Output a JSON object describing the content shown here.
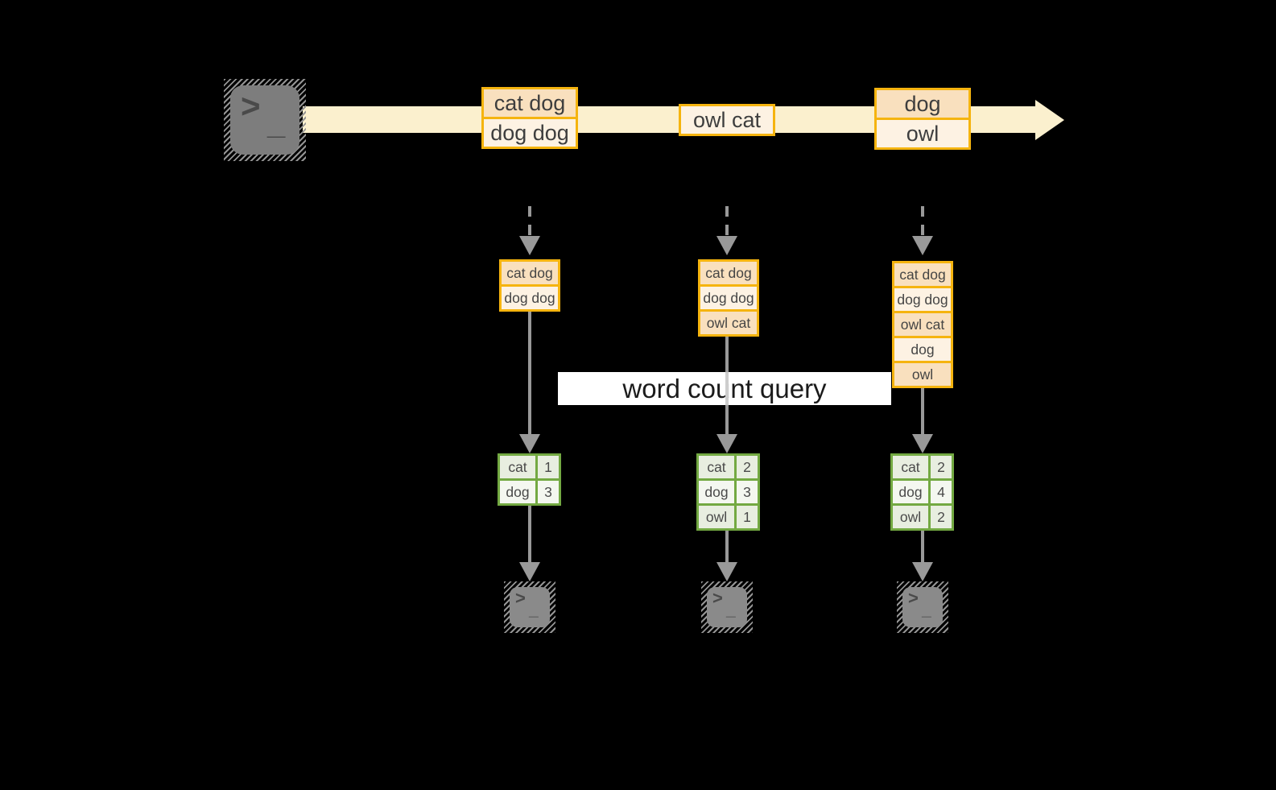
{
  "banner": {
    "label": "word count query"
  },
  "icons": {
    "terminal_chevron": ">",
    "terminal_underscore": "_"
  },
  "stream": {
    "batches": [
      {
        "items": [
          "cat dog",
          "dog dog"
        ]
      },
      {
        "items": [
          "owl cat"
        ]
      },
      {
        "items": [
          "dog",
          "owl"
        ]
      }
    ]
  },
  "columns": [
    {
      "buffer": [
        "cat dog",
        "dog dog"
      ],
      "counts": [
        {
          "word": "cat",
          "count": "1"
        },
        {
          "word": "dog",
          "count": "3"
        }
      ]
    },
    {
      "buffer": [
        "cat dog",
        "dog dog",
        "owl cat"
      ],
      "counts": [
        {
          "word": "cat",
          "count": "2"
        },
        {
          "word": "dog",
          "count": "3"
        },
        {
          "word": "owl",
          "count": "1"
        }
      ]
    },
    {
      "buffer": [
        "cat dog",
        "dog dog",
        "owl cat",
        "dog",
        "owl"
      ],
      "counts": [
        {
          "word": "cat",
          "count": "2"
        },
        {
          "word": "dog",
          "count": "4"
        },
        {
          "word": "owl",
          "count": "2"
        }
      ]
    }
  ],
  "colors": {
    "background": "#000000",
    "stream_band": "#FBF0CE",
    "record_border": "#F5B40F",
    "record_fill_dark": "#F9E0BE",
    "record_fill_light": "#FDF2E3",
    "count_border": "#73A942",
    "count_fill_dark": "#E8EEE0",
    "count_fill_light": "#F4F7F0",
    "arrow_gray": "#999999",
    "terminal_gray": "#7D7D7D",
    "banner_bg": "#FFFFFF",
    "text_dark": "#3E3E3E"
  }
}
